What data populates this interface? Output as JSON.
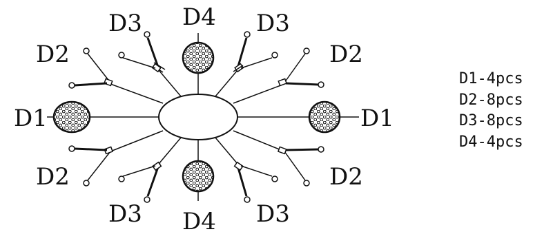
{
  "labels": {
    "d4_top": "D4",
    "d3_top_left": "D3",
    "d3_top_right": "D3",
    "d2_top_left": "D2",
    "d2_top_right": "D2",
    "d1_left": "D1",
    "d1_right": "D1",
    "d2_bottom_left": "D2",
    "d2_bottom_right": "D2",
    "d3_bottom_left": "D3",
    "d3_bottom_right": "D3",
    "d4_bottom": "D4"
  },
  "legend": {
    "items": [
      "D1-4pcs",
      "D2-8pcs",
      "D3-8pcs",
      "D4-4pcs"
    ]
  },
  "colors": {
    "line": "#111111",
    "background": "#ffffff"
  }
}
